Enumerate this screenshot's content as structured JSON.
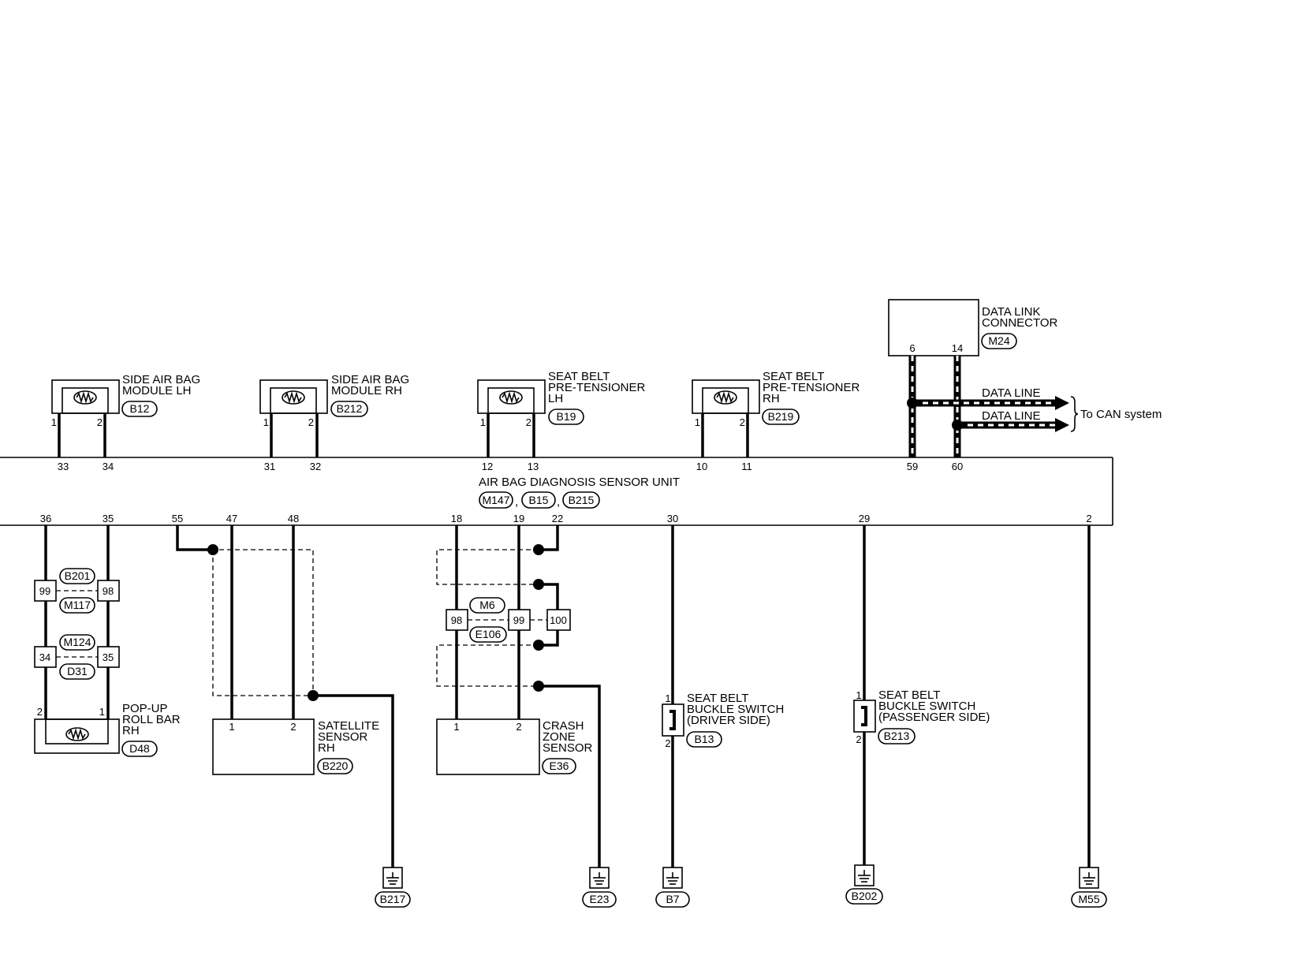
{
  "unit": {
    "name": "AIR BAG DIAGNOSIS SENSOR UNIT",
    "connectors": [
      "M147",
      "B15",
      "B215"
    ],
    "separator": ","
  },
  "top_pins": [
    "33",
    "34",
    "31",
    "32",
    "12",
    "13",
    "10",
    "11",
    "59",
    "60"
  ],
  "bottom_pins": [
    "36",
    "35",
    "55",
    "47",
    "48",
    "18",
    "19",
    "22",
    "30",
    "29",
    "2"
  ],
  "top_components": [
    {
      "label": [
        "SIDE AIR BAG",
        "MODULE LH"
      ],
      "connector": "B12",
      "pins": [
        "1",
        "2"
      ]
    },
    {
      "label": [
        "SIDE AIR BAG",
        "MODULE RH"
      ],
      "connector": "B212",
      "pins": [
        "1",
        "2"
      ]
    },
    {
      "label": [
        "SEAT BELT",
        "PRE-TENSIONER",
        "LH"
      ],
      "connector": "B19",
      "pins": [
        "1",
        "2"
      ]
    },
    {
      "label": [
        "SEAT BELT",
        "PRE-TENSIONER",
        "RH"
      ],
      "connector": "B219",
      "pins": [
        "1",
        "2"
      ]
    }
  ],
  "data_link": {
    "label": [
      "DATA LINK",
      "CONNECTOR"
    ],
    "connector": "M24",
    "pins": [
      "6",
      "14"
    ],
    "lines": [
      "DATA LINE",
      "DATA LINE"
    ],
    "destination": "To CAN system"
  },
  "roll_bar": {
    "label": [
      "POP-UP",
      "ROLL BAR",
      "RH"
    ],
    "connector": "D48",
    "pins": [
      "2",
      "1"
    ],
    "junction_a": {
      "connectors": [
        "B201",
        "M117"
      ],
      "pins": [
        "99",
        "98"
      ]
    },
    "junction_b": {
      "connectors": [
        "M124",
        "D31"
      ],
      "pins": [
        "34",
        "35"
      ]
    }
  },
  "satellite_sensor": {
    "label": [
      "SATELLITE",
      "SENSOR",
      "RH"
    ],
    "connector": "B220",
    "pins": [
      "1",
      "2"
    ],
    "ground": "B217"
  },
  "crash_zone_sensor": {
    "label": [
      "CRASH",
      "ZONE",
      "SENSOR"
    ],
    "connector": "E36",
    "pins": [
      "1",
      "2"
    ],
    "ground": "E23",
    "junction": {
      "connectors": [
        "M6",
        "E106"
      ],
      "pins": [
        "98",
        "99",
        "100"
      ]
    }
  },
  "buckle_driver": {
    "label": [
      "SEAT BELT",
      "BUCKLE SWITCH",
      "(DRIVER SIDE)"
    ],
    "connector": "B13",
    "pins": [
      "1",
      "2"
    ],
    "ground": "B7"
  },
  "buckle_passenger": {
    "label": [
      "SEAT BELT",
      "BUCKLE SWITCH",
      "(PASSENGER SIDE)"
    ],
    "connector": "B213",
    "pins": [
      "1",
      "2"
    ],
    "ground": "B202"
  },
  "unit_ground": "M55"
}
